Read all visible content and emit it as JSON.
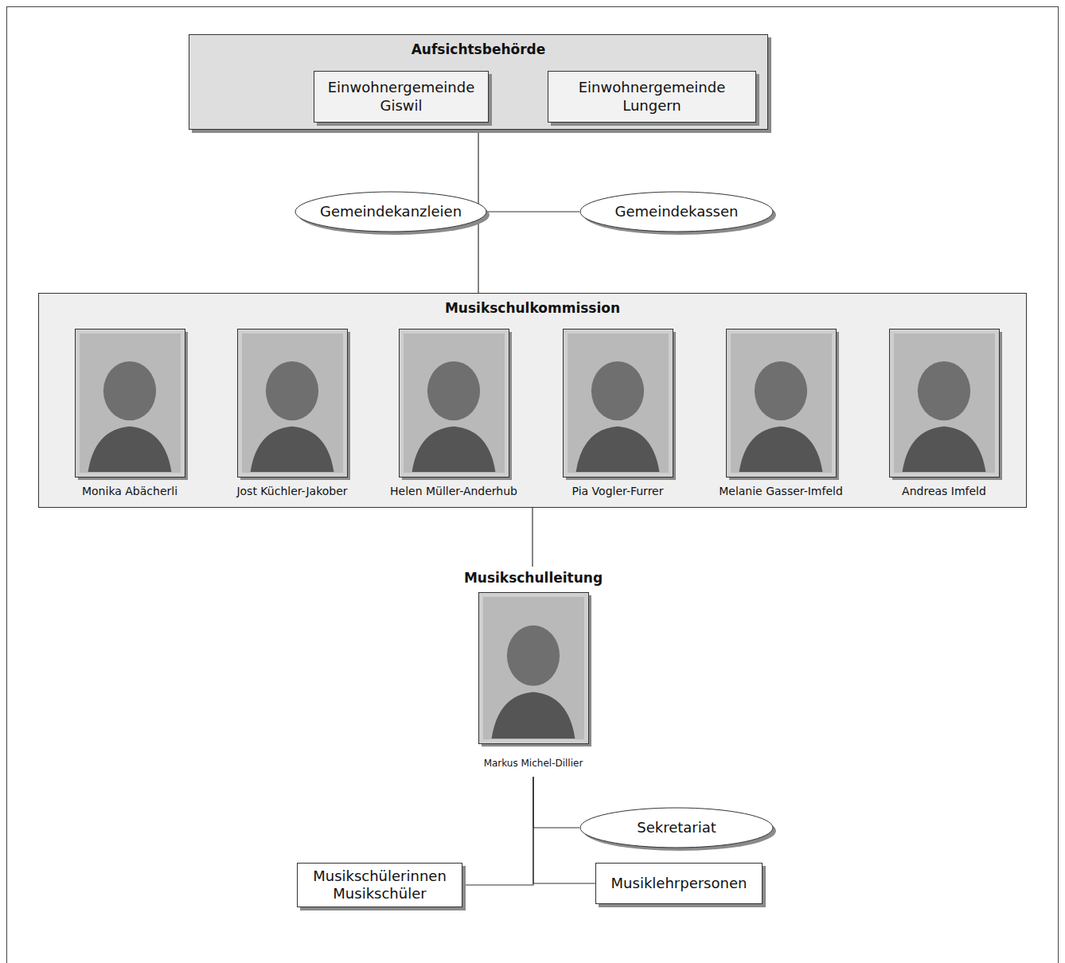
{
  "diagram": {
    "nodes": [
      {
        "text": [
          "Aufsichtsbehörde"
        ]
      },
      {
        "text": [
          "Einwohnergemeinde Giswil"
        ],
        "in": 0
      },
      {
        "text": [
          "Einwohnergemeinde Lungern"
        ],
        "in": 0
      },
      {
        "text": [
          "Gemeindekanzleien"
        ]
      },
      {
        "text": [
          "Gemeindekassen"
        ]
      },
      {
        "text": [
          "Musikschulkommission"
        ]
      },
      {
        "text": [
          "Monika Abächerli"
        ],
        "in": 5
      },
      {
        "text": [
          "Jost Küchler-Jakober"
        ],
        "in": 5
      },
      {
        "text": [
          "Helen Müller-Anderhub"
        ],
        "in": 5
      },
      {
        "text": [
          "Pia Vogler-Furrer"
        ],
        "in": 5
      },
      {
        "text": [
          "Melanie Gasser-Imfeld"
        ],
        "in": 5
      },
      {
        "text": [
          "Andreas Imfeld"
        ],
        "in": 5
      },
      {
        "text": [
          "Musikschulleitung",
          "Markus Michel-Dillier"
        ]
      },
      {
        "text": [
          "Sekretariat"
        ]
      },
      {
        "text": [
          "Musikschülerinnen Musikschüler"
        ]
      },
      {
        "text": [
          "Musiklehrpersonen"
        ]
      }
    ],
    "edges": [
      {
        "from": 0,
        "to": 5,
        "arrow": "none"
      },
      {
        "from": 3,
        "to": 4,
        "arrow": "none"
      },
      {
        "from": 5,
        "to": 12,
        "arrow": "none"
      },
      {
        "from": 12,
        "to": 13,
        "arrow": "none"
      },
      {
        "from": 12,
        "to": 14,
        "arrow": "none"
      },
      {
        "from": 12,
        "to": 15,
        "arrow": "none"
      }
    ]
  }
}
